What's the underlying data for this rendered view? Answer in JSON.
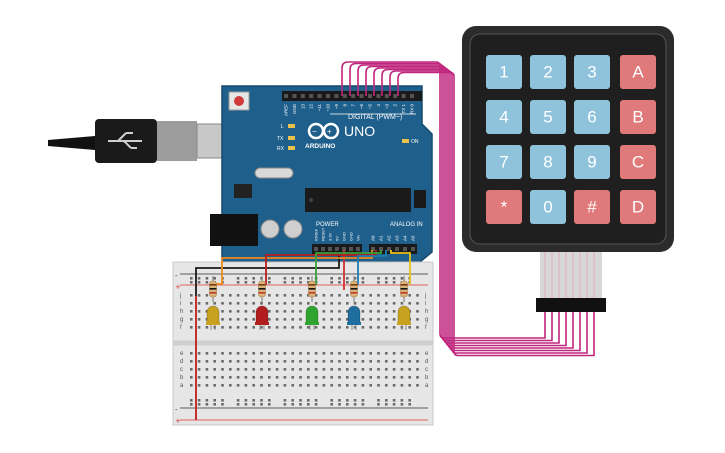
{
  "arduino": {
    "logo_text": "ARDUINO",
    "model_text": "UNO",
    "digital_label": "DIGITAL (PWM~)",
    "analog_label": "ANALOG IN",
    "power_label": "POWER",
    "on_label": "ON",
    "l_label": "L",
    "tx_label": "TX",
    "rx_label": "RX",
    "top_pins": [
      "AREF",
      "GND",
      "13",
      "12",
      "~11",
      "~10",
      "~9",
      "8",
      "7",
      "~6",
      "~5",
      "4",
      "~3",
      "2",
      "TX 1",
      "RX 0"
    ],
    "power_pins": [
      "IOREF",
      "RESET",
      "3.3V",
      "5V",
      "GND",
      "GND",
      "Vin"
    ],
    "analog_pins": [
      "A0",
      "A1",
      "A2",
      "A3",
      "A4",
      "A5"
    ]
  },
  "keypad": {
    "keys": [
      "1",
      "2",
      "3",
      "A",
      "4",
      "5",
      "6",
      "B",
      "7",
      "8",
      "9",
      "C",
      "*",
      "0",
      "#",
      "D"
    ],
    "colors": {
      "number": "#8fc3dc",
      "letter": "#e07a7a",
      "special": "#e07a7a"
    }
  },
  "breadboard": {
    "row_letters_top": [
      "j",
      "i",
      "h",
      "g",
      "f"
    ],
    "row_letters_bottom": [
      "e",
      "d",
      "c",
      "b",
      "a"
    ],
    "rail_plus": "+",
    "rail_minus": "-"
  },
  "components": {
    "leds": [
      {
        "name": "yellow-led",
        "color": "#c8a21e"
      },
      {
        "name": "red-led",
        "color": "#b21e1e"
      },
      {
        "name": "green-led",
        "color": "#2fa52f"
      },
      {
        "name": "blue-led",
        "color": "#1e6fa0"
      },
      {
        "name": "yellow-led-2",
        "color": "#c8a21e"
      }
    ]
  },
  "colors": {
    "board_blue": "#1f5f8b",
    "keypad_body": "#2b2b2b",
    "wire_magenta": "#c0267e",
    "breadboard": "#e6e6e6"
  }
}
